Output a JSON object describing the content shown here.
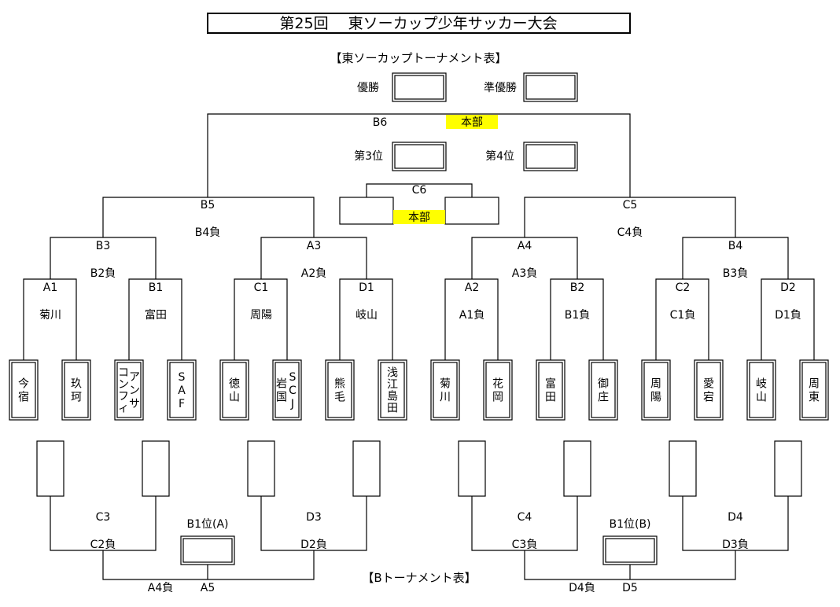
{
  "title": "第25回　 東ソーカップ少年サッカー大会",
  "main_heading": "【東ソーカップトーナメント表】",
  "b_heading": "【Bトーナメント表】",
  "places": {
    "champion": "優勝",
    "runner_up": "準優勝",
    "third": "第3位",
    "fourth": "第4位"
  },
  "hq_label": "本部",
  "matches": {
    "B6": "B6",
    "C6": "C6",
    "B5": "B5",
    "C5": "C5",
    "B3": "B3",
    "A3": "A3",
    "A4": "A4",
    "B4": "B4",
    "A1": "A1",
    "B1": "B1",
    "C1": "C1",
    "D1": "D1",
    "A2": "A2",
    "B2": "B2",
    "C2": "C2",
    "D2": "D2",
    "C3": "C3",
    "D3": "D3",
    "C4": "C4",
    "D4": "D4",
    "A5": "A5",
    "D5": "D5"
  },
  "loser_labels": {
    "B4L": "B4負",
    "C4L": "C4負",
    "B2L": "B2負",
    "A2L": "A2負",
    "A3L": "A3負",
    "B3L": "B3負",
    "A1L": "A1負",
    "B1L": "B1負",
    "C1L": "C1負",
    "D1L": "D1負",
    "C2L": "C2負",
    "D2L": "D2負",
    "C3L": "C3負",
    "D3L": "D3負",
    "A4L": "A4負",
    "D4L": "D4負"
  },
  "seeds": {
    "A1": "菊川",
    "B1": "富田",
    "C1": "周陽",
    "D1": "岐山"
  },
  "b_first": {
    "A": "B1位(A)",
    "B": "B1位(B)"
  },
  "teams": [
    {
      "name": "今宿",
      "cols": [
        "今宿"
      ]
    },
    {
      "name": "玖珂",
      "cols": [
        "玖珂"
      ]
    },
    {
      "name": "アンサコンフィ",
      "cols": [
        "アンサ",
        "コンフィ"
      ]
    },
    {
      "name": "SAF",
      "cols": [
        "SAF"
      ]
    },
    {
      "name": "徳山",
      "cols": [
        "徳山"
      ]
    },
    {
      "name": "SCJ岩国",
      "cols": [
        "SCJ",
        "岩国"
      ]
    },
    {
      "name": "熊毛",
      "cols": [
        "熊毛"
      ]
    },
    {
      "name": "浅江島田",
      "cols": [
        "浅江島田"
      ]
    },
    {
      "name": "菊川",
      "cols": [
        "菊川"
      ]
    },
    {
      "name": "花岡",
      "cols": [
        "花岡"
      ]
    },
    {
      "name": "富田",
      "cols": [
        "富田"
      ]
    },
    {
      "name": "御庄",
      "cols": [
        "御庄"
      ]
    },
    {
      "name": "周陽",
      "cols": [
        "周陽"
      ]
    },
    {
      "name": "愛宕",
      "cols": [
        "愛宕"
      ]
    },
    {
      "name": "岐山",
      "cols": [
        "岐山"
      ]
    },
    {
      "name": "周東",
      "cols": [
        "周東"
      ]
    }
  ]
}
